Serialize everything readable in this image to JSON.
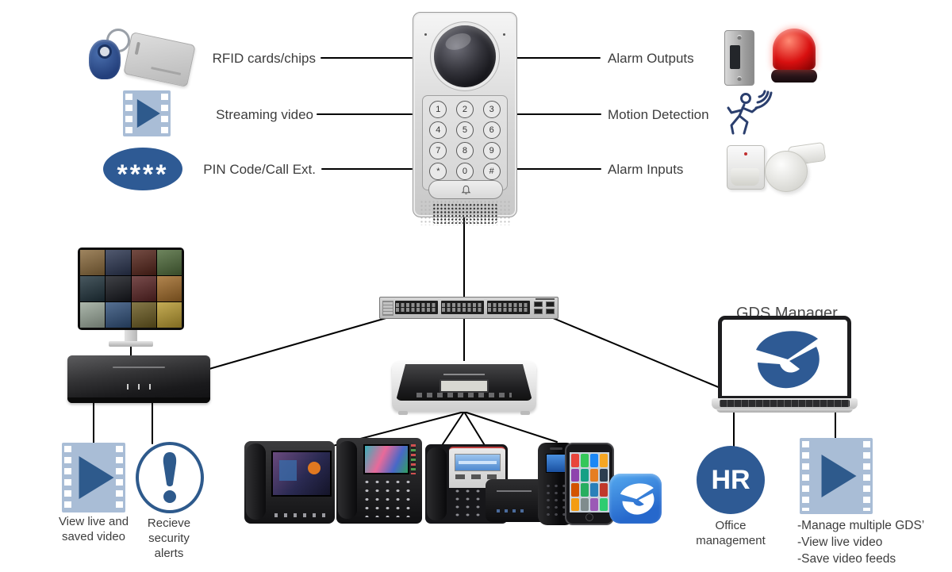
{
  "colors": {
    "blue": "#2e5a94",
    "film_bg": "#a9bdd6",
    "text": "#3d3d3d"
  },
  "door_station": {
    "keys": [
      "1",
      "2",
      "3",
      "4",
      "5",
      "6",
      "7",
      "8",
      "9",
      "*",
      "0",
      "#"
    ]
  },
  "features_left": [
    {
      "label": "RFID cards/chips"
    },
    {
      "label": "Streaming video"
    },
    {
      "label": "PIN Code/Call Ext.",
      "pin": "****"
    }
  ],
  "features_right": [
    {
      "label": "Alarm Outputs"
    },
    {
      "label": "Motion Detection"
    },
    {
      "label": "Alarm Inputs"
    }
  ],
  "gds_manager": {
    "label": "GDS Manager"
  },
  "nvr_outputs": [
    {
      "label": "View live and saved video"
    },
    {
      "label": "Recieve security alerts"
    }
  ],
  "manager_outputs": {
    "hr": "HR",
    "office": "Office management",
    "video_lines": [
      "-Manage multiple GDS’",
      "-View live video",
      "-Save video feeds"
    ]
  },
  "monitor_cells": [
    "#8a6a3c",
    "#2b3550",
    "#55241a",
    "#4e6a3a",
    "#20333c",
    "#16181e",
    "#5a2424",
    "#a06a28",
    "#9aa89a",
    "#30507a",
    "#6a5a20",
    "#b89a30"
  ],
  "phone_apps": [
    "#e8453c",
    "#34c759",
    "#1b87f5",
    "#f5a623",
    "#8e44ad",
    "#16a085",
    "#e67e22",
    "#2c3e50",
    "#d35400",
    "#27ae60",
    "#2980b9",
    "#c0392b",
    "#f39c12",
    "#7f8c8d",
    "#9b59b6",
    "#2ecc71"
  ]
}
